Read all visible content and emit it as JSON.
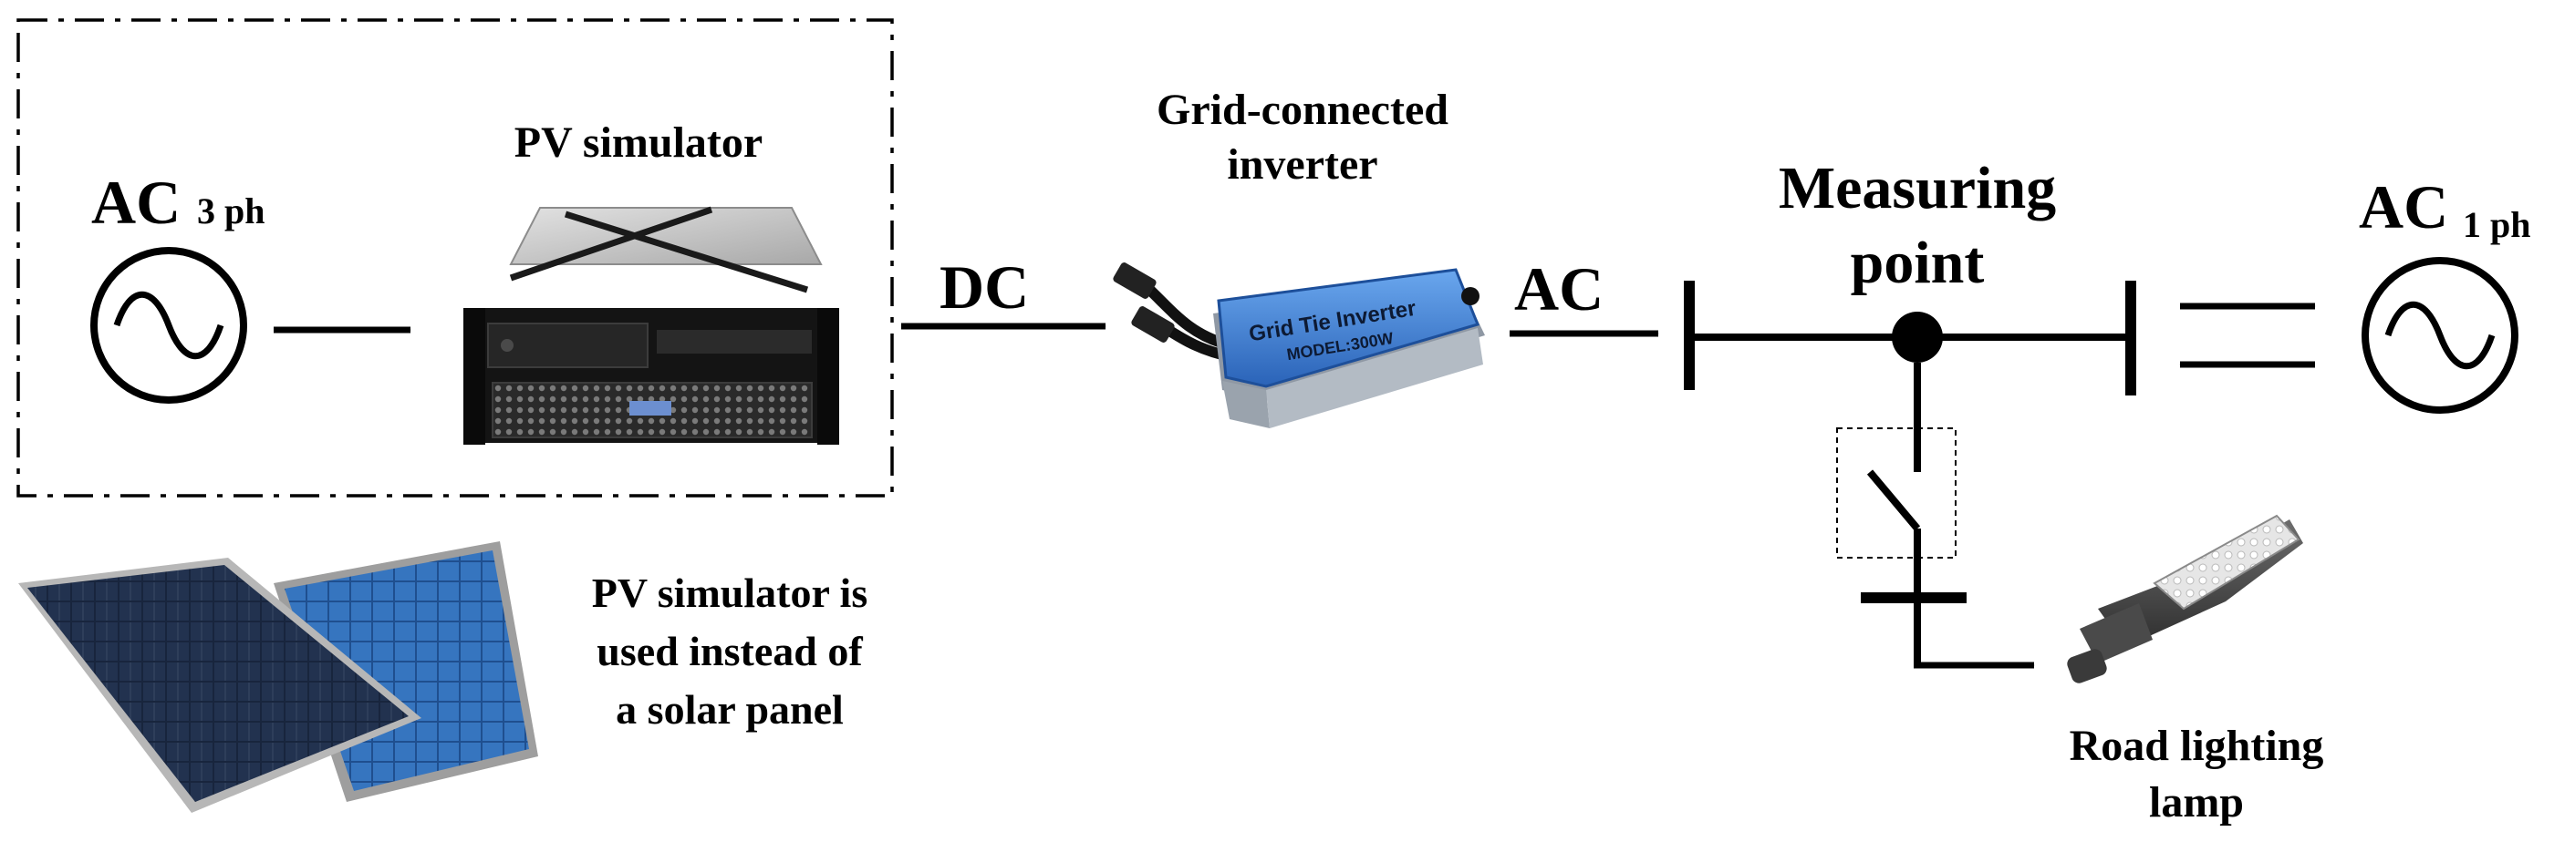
{
  "labels": {
    "ac_source_left": "AC",
    "ac_source_left_sub": "3 ph",
    "pv_simulator": "PV simulator",
    "dc": "DC",
    "inverter_line1": "Grid-connected",
    "inverter_line2": "inverter",
    "ac_out": "AC",
    "measuring_line1": "Measuring",
    "measuring_line2": "point",
    "ac_source_right": "AC",
    "ac_source_right_sub": "1 ph",
    "note_line1": "PV simulator is",
    "note_line2": "used instead of",
    "note_line3": "a solar panel",
    "lamp_line1": "Road lighting",
    "lamp_line2": "lamp"
  },
  "device_text": {
    "inverter_brand": "Grid Tie Inverter",
    "inverter_model": "MODEL:300W"
  },
  "colors": {
    "line": "#000000",
    "inverter_body": "#3f7fd0",
    "panel_cells": "#1c2a44",
    "panel_cells_blue": "#2f6fb8",
    "simulator_top": "#c9c9c9",
    "simulator_front": "#141414"
  },
  "icons": [
    "ac-source-icon",
    "pv-simulator-device",
    "solar-panel-image",
    "inverter-device",
    "switch-symbol",
    "street-lamp-image"
  ]
}
